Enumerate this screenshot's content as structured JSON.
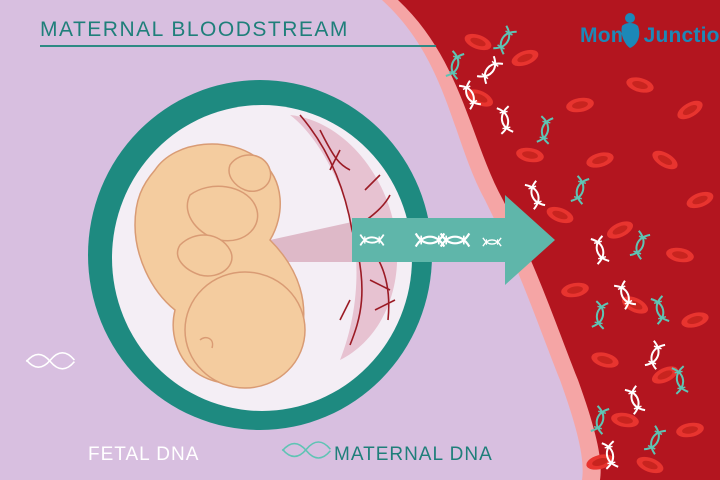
{
  "header": {
    "title": "MATERNAL BLOODSTREAM"
  },
  "brand": {
    "part1": "Mom",
    "part2": "Junction",
    "color": "#1c88b8"
  },
  "legend": {
    "fetal_label": "FETAL DNA",
    "maternal_label": "MATERNAL DNA",
    "fetal_color": "#ffffff",
    "maternal_color": "#1f7f7a"
  },
  "colors": {
    "background": "#d8bfe0",
    "womb_ring": "#1e8a80",
    "fetus_skin": "#f4cc9f",
    "vessel_wall": "#f5a5a5",
    "vessel_lumen": "#b3151f",
    "blood_cell": "#e8342f",
    "arrow": "#5fb6aa"
  },
  "icons": [
    "dna-helix-icon",
    "arrow-right-icon",
    "fetus-illustration",
    "mother-silhouette-logo-icon"
  ]
}
